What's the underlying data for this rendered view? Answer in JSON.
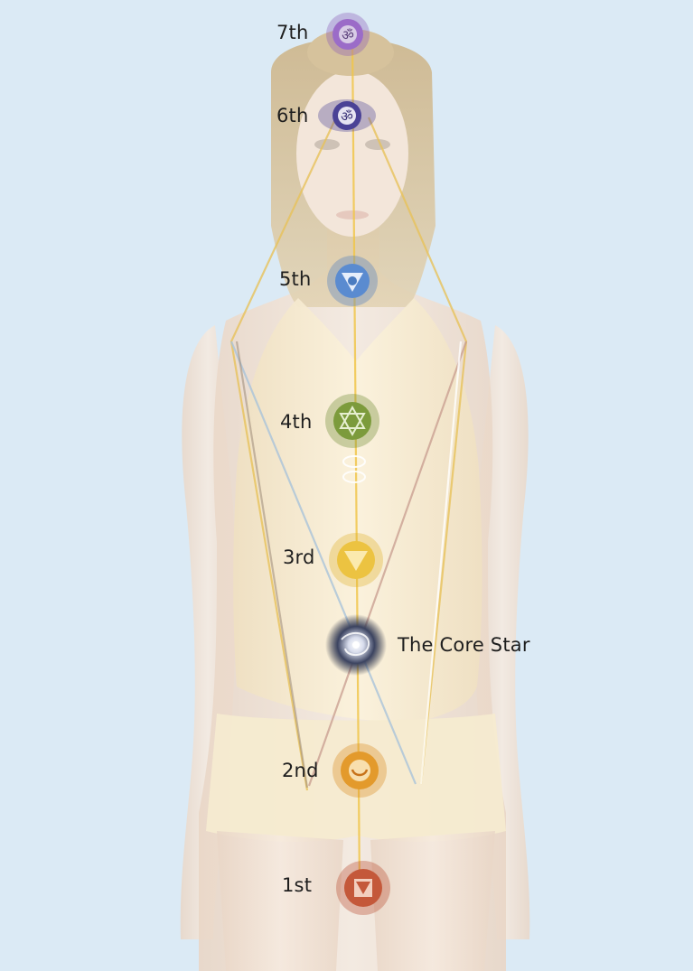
{
  "colors": {
    "background": "#dbeaf5",
    "figure_skin": "#f0e2d6",
    "garment": "#f7ecd2",
    "hair": "#d9c7a4",
    "energy_line": "#f0c64a"
  },
  "chakras": [
    {
      "label": "7th",
      "color": "#8a5ab8",
      "icon": "crown-chakra-icon"
    },
    {
      "label": "6th",
      "color": "#4a4296",
      "icon": "third-eye-chakra-icon"
    },
    {
      "label": "5th",
      "color": "#4b7cc0",
      "icon": "throat-chakra-icon"
    },
    {
      "label": "4th",
      "color": "#6d8a32",
      "icon": "heart-chakra-icon"
    },
    {
      "label": "3rd",
      "color": "#e0b32c",
      "icon": "solar-plexus-chakra-icon"
    },
    {
      "label": "The Core Star",
      "color": "#2a3246",
      "icon": "core-star-galaxy-icon"
    },
    {
      "label": "2nd",
      "color": "#d98a1c",
      "icon": "sacral-chakra-icon"
    },
    {
      "label": "1st",
      "color": "#b8482a",
      "icon": "root-chakra-icon"
    }
  ]
}
